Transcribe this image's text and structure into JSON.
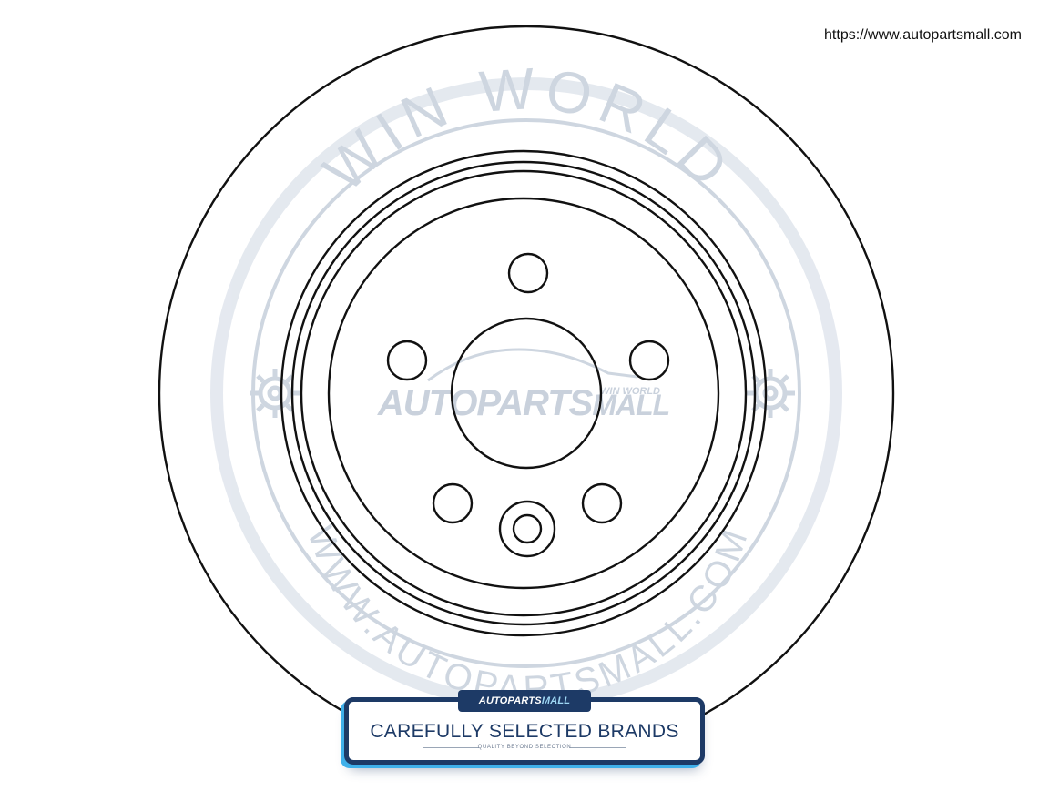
{
  "site_url": "https://www.autopartsmall.com",
  "watermark": {
    "arc_top_text": "WIN WORLD",
    "arc_bottom_text": "WWW.AUTOPARTSMALL.COM",
    "logo_small": "WIN WORLD",
    "logo_main": "AUTOPARTS",
    "logo_main_suffix": "MALL"
  },
  "banner": {
    "tab_logo_main": "AUTOPARTS",
    "tab_logo_suffix": "MALL",
    "headline": "CAREFULLY SELECTED BRANDS",
    "subline": "QUALITY BEYOND SELECTION"
  },
  "colors": {
    "line_art": "#111111",
    "watermark": "#c9d2dd",
    "brand_navy": "#1d3a66",
    "brand_blue": "#3fb0ea"
  },
  "icons": [
    "brake-disc-drawing",
    "gear-icon",
    "car-silhouette-icon"
  ]
}
